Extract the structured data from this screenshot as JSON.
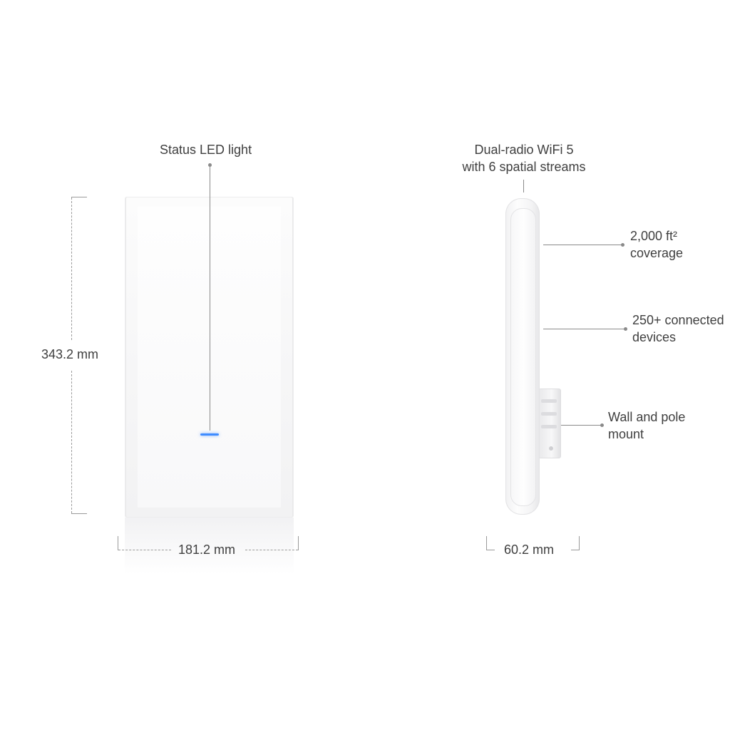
{
  "front_view": {
    "led_label": "Status LED light",
    "height_dim": "343.2 mm",
    "width_dim": "181.2 mm",
    "led_color": "#3f8cff"
  },
  "side_view": {
    "radio_label": [
      "Dual-radio WiFi 5",
      "with 6 spatial streams"
    ],
    "coverage_label": [
      "2,000 ft²",
      "coverage"
    ],
    "devices_label": [
      "250+ connected",
      "devices"
    ],
    "mount_label": [
      "Wall and pole",
      "mount"
    ],
    "depth_dim": "60.2 mm"
  }
}
